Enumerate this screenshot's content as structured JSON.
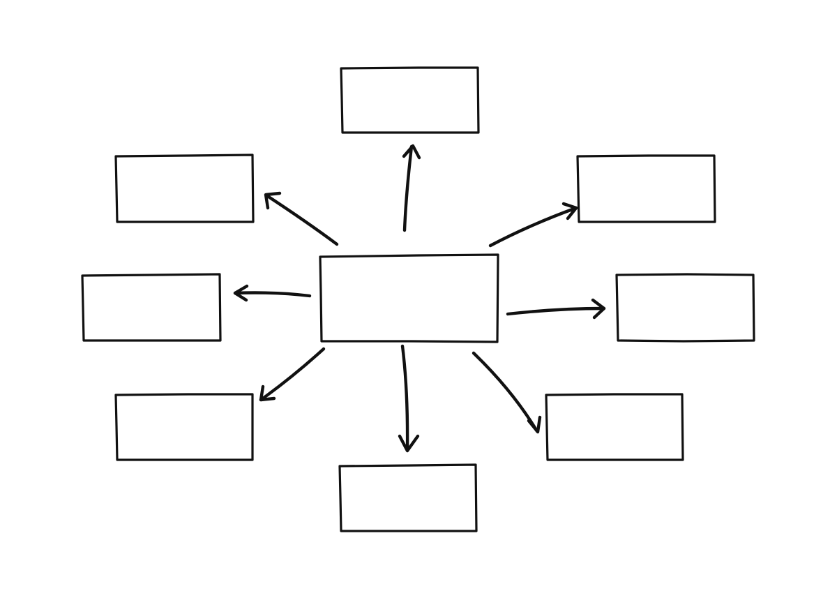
{
  "diagram": {
    "type": "mind-map",
    "stroke_color": "#111111",
    "background_color": "#ffffff",
    "central_box": {
      "label": ""
    },
    "boxes": [
      {
        "id": "top",
        "label": ""
      },
      {
        "id": "top-left",
        "label": ""
      },
      {
        "id": "top-right",
        "label": ""
      },
      {
        "id": "left",
        "label": ""
      },
      {
        "id": "right",
        "label": ""
      },
      {
        "id": "bottom-left",
        "label": ""
      },
      {
        "id": "bottom",
        "label": ""
      },
      {
        "id": "bottom-right",
        "label": ""
      }
    ],
    "arrows": [
      {
        "from": "center",
        "to": "top"
      },
      {
        "from": "center",
        "to": "top-left"
      },
      {
        "from": "center",
        "to": "top-right"
      },
      {
        "from": "center",
        "to": "left"
      },
      {
        "from": "center",
        "to": "right"
      },
      {
        "from": "center",
        "to": "bottom-left"
      },
      {
        "from": "center",
        "to": "bottom"
      },
      {
        "from": "center",
        "to": "bottom-right"
      }
    ]
  }
}
